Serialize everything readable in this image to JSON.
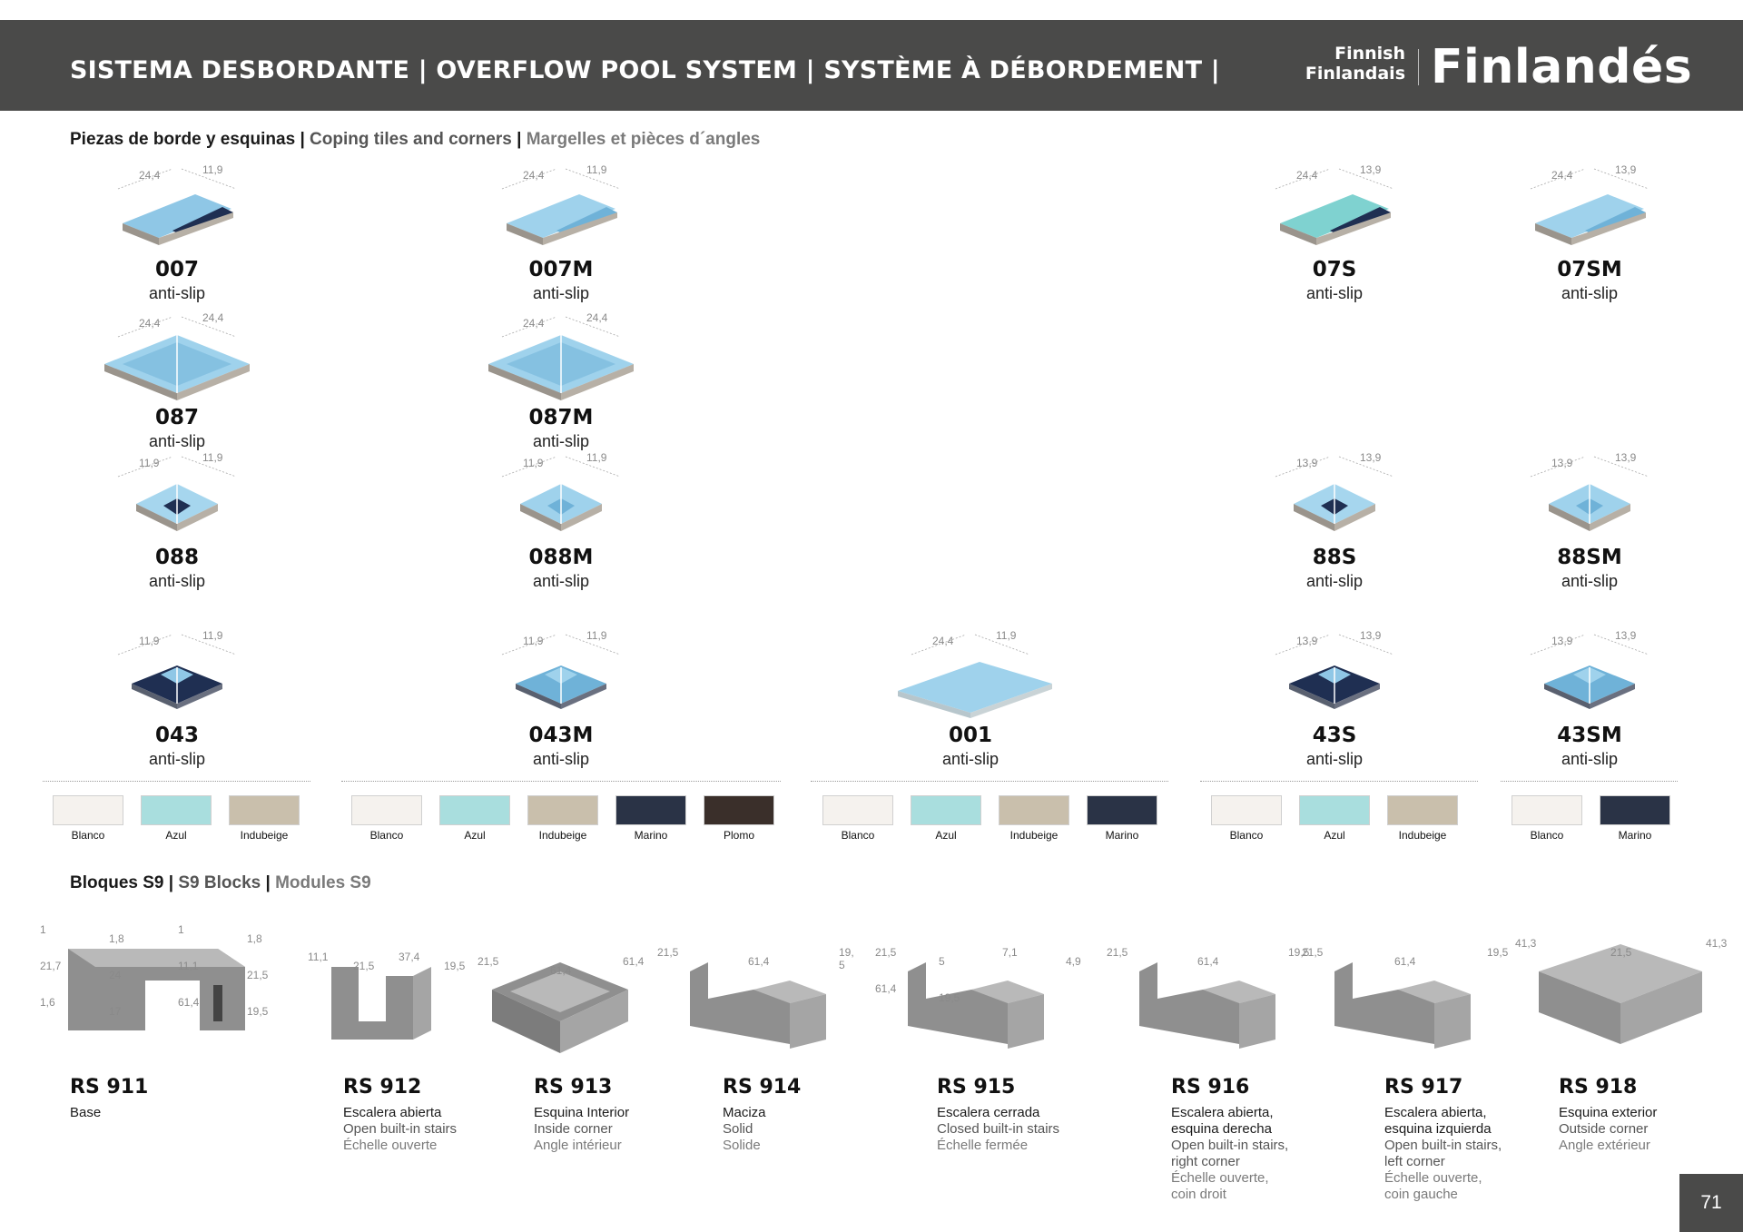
{
  "header": {
    "title": "SISTEMA DESBORDANTE | OVERFLOW POOL SYSTEM | SYSTÈME À DÉBORDEMENT |",
    "sub_line1": "Finnish",
    "sub_line2": "Finlandais",
    "main": "Finlandés"
  },
  "coping": {
    "title_es": "Piezas de borde y esquinas",
    "title_en": "Coping tiles and corners",
    "title_fr": "Margelles et pièces d´angles",
    "sep": "|",
    "pieces": [
      {
        "code": "007",
        "sub": "anti-slip",
        "dim_a": "24,4",
        "dim_b": "11,9",
        "color": "dark"
      },
      {
        "code": "007M",
        "sub": "anti-slip",
        "dim_a": "24,4",
        "dim_b": "11,9",
        "color": "light"
      },
      {
        "code": "07S",
        "sub": "anti-slip",
        "dim_a": "24,4",
        "dim_b": "13,9",
        "color": "teal"
      },
      {
        "code": "07SM",
        "sub": "anti-slip",
        "dim_a": "24,4",
        "dim_b": "13,9",
        "color": "light"
      },
      {
        "code": "087",
        "sub": "anti-slip",
        "dim_a": "24,4",
        "dim_b": "24,4",
        "color": "light"
      },
      {
        "code": "087M",
        "sub": "anti-slip",
        "dim_a": "24,4",
        "dim_b": "24,4",
        "color": "light"
      },
      {
        "code": "088",
        "sub": "anti-slip",
        "dim_a": "11,9",
        "dim_b": "11,9",
        "color": "mixed"
      },
      {
        "code": "088M",
        "sub": "anti-slip",
        "dim_a": "11,9",
        "dim_b": "11,9",
        "color": "light"
      },
      {
        "code": "88S",
        "sub": "anti-slip",
        "dim_a": "13,9",
        "dim_b": "13,9",
        "color": "mixed"
      },
      {
        "code": "88SM",
        "sub": "anti-slip",
        "dim_a": "13,9",
        "dim_b": "13,9",
        "color": "light"
      },
      {
        "code": "043",
        "sub": "anti-slip",
        "dim_a": "11,9",
        "dim_b": "11,9",
        "color": "dark"
      },
      {
        "code": "043M",
        "sub": "anti-slip",
        "dim_a": "11,9",
        "dim_b": "11,9",
        "color": "light"
      },
      {
        "code": "001",
        "sub": "anti-slip",
        "dim_a": "24,4",
        "dim_b": "11,9",
        "color": "light"
      },
      {
        "code": "43S",
        "sub": "anti-slip",
        "dim_a": "13,9",
        "dim_b": "13,9",
        "color": "dark"
      },
      {
        "code": "43SM",
        "sub": "anti-slip",
        "dim_a": "13,9",
        "dim_b": "13,9",
        "color": "light"
      }
    ]
  },
  "swatch_groups": [
    {
      "items": [
        {
          "name": "Blanco",
          "color": "#f5f2ee"
        },
        {
          "name": "Azul",
          "color": "#a9dede"
        },
        {
          "name": "Indubeige",
          "color": "#c9bfac"
        }
      ]
    },
    {
      "items": [
        {
          "name": "Blanco",
          "color": "#f5f2ee"
        },
        {
          "name": "Azul",
          "color": "#a9dede"
        },
        {
          "name": "Indubeige",
          "color": "#c9bfac"
        },
        {
          "name": "Marino",
          "color": "#2a3346"
        },
        {
          "name": "Plomo",
          "color": "#3a2f2a"
        }
      ]
    },
    {
      "items": [
        {
          "name": "Blanco",
          "color": "#f5f2ee"
        },
        {
          "name": "Azul",
          "color": "#a9dede"
        },
        {
          "name": "Indubeige",
          "color": "#c9bfac"
        },
        {
          "name": "Marino",
          "color": "#2a3346"
        }
      ]
    },
    {
      "items": [
        {
          "name": "Blanco",
          "color": "#f5f2ee"
        },
        {
          "name": "Azul",
          "color": "#a9dede"
        },
        {
          "name": "Indubeige",
          "color": "#c9bfac"
        }
      ]
    },
    {
      "items": [
        {
          "name": "Blanco",
          "color": "#f5f2ee"
        },
        {
          "name": "Marino",
          "color": "#2a3346"
        }
      ]
    }
  ],
  "blocks_section": {
    "title_es": "Bloques S9",
    "title_en": "S9 Blocks",
    "title_fr": "Modules S9",
    "sep": "|",
    "blocks": [
      {
        "code": "RS 911",
        "es": "Base",
        "en": "",
        "fr": "",
        "dims": [
          "1",
          "1,8",
          "1",
          "1,8",
          "21,7",
          "24",
          "11,1",
          "21,5",
          "1,6",
          "17",
          "61,4",
          "19,5"
        ]
      },
      {
        "code": "RS 912",
        "es": "Escalera abierta",
        "en": "Open built-in stairs",
        "fr": "Échelle ouverte",
        "dims": [
          "11,1",
          "21,5",
          "37,4",
          "19,5"
        ]
      },
      {
        "code": "RS 913",
        "es": "Esquina Interior",
        "en": "Inside corner",
        "fr": "Angle intérieur",
        "dims": [
          "21,5",
          "61,4",
          "61,4"
        ]
      },
      {
        "code": "RS 914",
        "es": "Maciza",
        "en": "Solid",
        "fr": "Solide",
        "dims": [
          "21,5",
          "61,4",
          "19, 5"
        ]
      },
      {
        "code": "RS 915",
        "es": "Escalera cerrada",
        "en": "Closed built-in stairs",
        "fr": "Échelle fermée",
        "dims": [
          "21,5",
          "5",
          "7,1",
          "4,9",
          "61,4",
          "19,5"
        ]
      },
      {
        "code": "RS 916",
        "es": "Escalera abierta,",
        "es2": "esquina derecha",
        "en": "Open built-in stairs,",
        "en2": "right corner",
        "fr": "Échelle ouverte,",
        "fr2": "coin droit",
        "dims": [
          "21,5",
          "61,4",
          "19,5"
        ]
      },
      {
        "code": "RS 917",
        "es": "Escalera abierta,",
        "es2": "esquina izquierda",
        "en": "Open built-in stairs,",
        "en2": "left corner",
        "fr": "Échelle ouverte,",
        "fr2": "coin gauche",
        "dims": [
          "21,5",
          "61,4",
          "19,5"
        ]
      },
      {
        "code": "RS 918",
        "es": "Esquina exterior",
        "en": "Outside corner",
        "fr": "Angle extérieur",
        "dims": [
          "41,3",
          "21,5",
          "41,3"
        ]
      }
    ]
  },
  "page_number": "71"
}
